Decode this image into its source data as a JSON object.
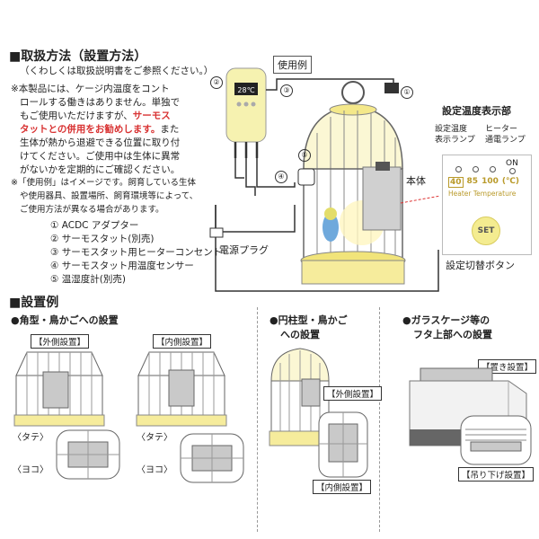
{
  "section_usage": {
    "title": "■取扱方法（設置方法）",
    "note": "（くわしくは取扱説明書をご参照ください。）",
    "warning_lines": [
      "※本製品には、ケージ内温度をコント",
      "ロールする働きはありません。単独で",
      "もご使用いただけますが、",
      "タットとの併用をお勧めします。また",
      "生体が熱から退避できる位置に取り付",
      "けてください。ご使用中は生体に異常",
      "がないかを定期的にご確認ください。"
    ],
    "warning_red_1": "サーモス",
    "warning_red_2": "タットとの併用をお勧めします。",
    "warning_after_red": "また",
    "image_note_lines": [
      "※「使用例」はイメージです。飼育している生体",
      "や使用器具、設置場所、飼育環境等によって、",
      "ご使用方法が異なる場合があります。"
    ],
    "parts": [
      "① ACDC アダプター",
      "② サーモスタット(別売)",
      "③ サーモスタット用ヒーターコンセント",
      "④ サーモスタット用温度センサー",
      "⑤ 温湿度計(別売)"
    ],
    "usage_example_label": "使用例",
    "labels": {
      "honntai": "本体",
      "power_plug": "電源プラグ",
      "temp_display": "設定温度表示部",
      "temp_lamp": "設定温度\n表示ランプ",
      "heater_lamp": "ヒーター\n通電ランプ",
      "switch_button": "設定切替ボタン",
      "on": "ON",
      "set": "SET",
      "thermo_display": "28℃"
    },
    "callouts": [
      "①",
      "②",
      "③",
      "④",
      "⑤"
    ],
    "panel_temps": [
      "40",
      "85",
      "100",
      "(℃)"
    ],
    "panel_heater": "Heater Temperature"
  },
  "section_install": {
    "title": "■設置例",
    "square": {
      "title": "●角型・鳥かごへの設置",
      "outside": "【外側設置】",
      "inside": "【内側設置】",
      "tate1": "〈タテ〉",
      "yoko1": "〈ヨコ〉",
      "tate2": "〈タテ〉",
      "yoko2": "〈ヨコ〉"
    },
    "round": {
      "title_l1": "●円柱型・鳥かご",
      "title_l2": "への設置",
      "outside": "【外側設置】",
      "inside": "【内側設置】"
    },
    "glass": {
      "title_l1": "●ガラスケージ等の",
      "title_l2": "フタ上部への設置",
      "place": "【置き設置】",
      "hang": "【吊り下げ設置】"
    }
  },
  "colors": {
    "red": "#d83232",
    "cage_yellow": "#f6f0a8",
    "heater_gray": "#c9c9c9"
  }
}
